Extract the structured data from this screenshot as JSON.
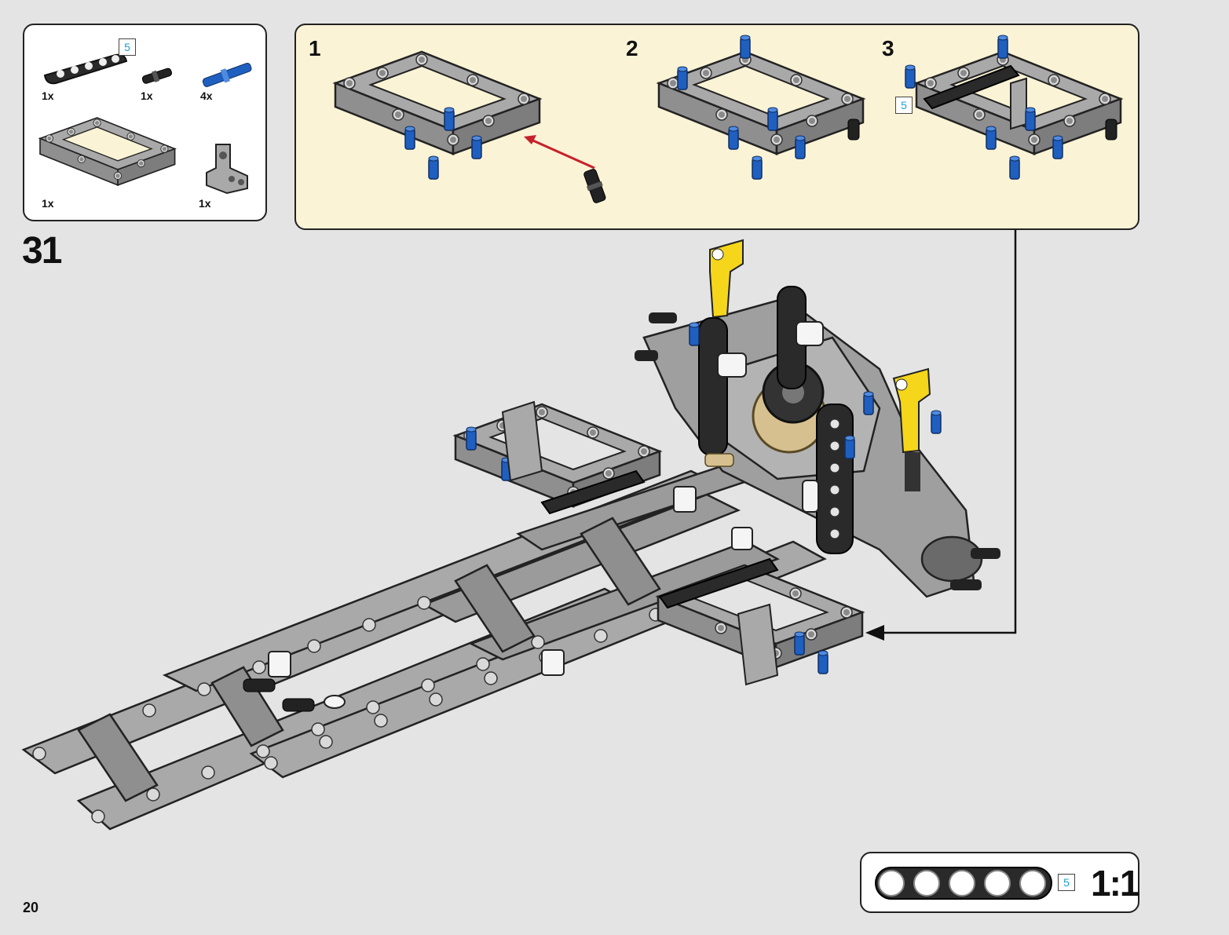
{
  "page": {
    "number": "20"
  },
  "step": {
    "number": "31"
  },
  "parts_list": {
    "items": [
      {
        "qty": "1x",
        "part": "beam-5",
        "badge": "5"
      },
      {
        "qty": "1x",
        "part": "black-pin"
      },
      {
        "qty": "4x",
        "part": "blue-axle-pin"
      },
      {
        "qty": "1x",
        "part": "open-frame"
      },
      {
        "qty": "1x",
        "part": "t-connector"
      }
    ]
  },
  "substeps": [
    {
      "number": "1"
    },
    {
      "number": "2"
    },
    {
      "number": "3",
      "badge": "5"
    }
  ],
  "scale_ruler": {
    "badge": "5",
    "label": "1:1"
  },
  "colors": {
    "page_background": "#e4e4e4",
    "substep_background": "#fbf3d6",
    "part_grey": "#a9a9a9",
    "part_blue": "#1f5fbf",
    "part_yellow": "#f5d61b",
    "part_tan": "#d7c08f",
    "arrow_red": "#c8202a",
    "badge_text": "#1a9fd6"
  }
}
